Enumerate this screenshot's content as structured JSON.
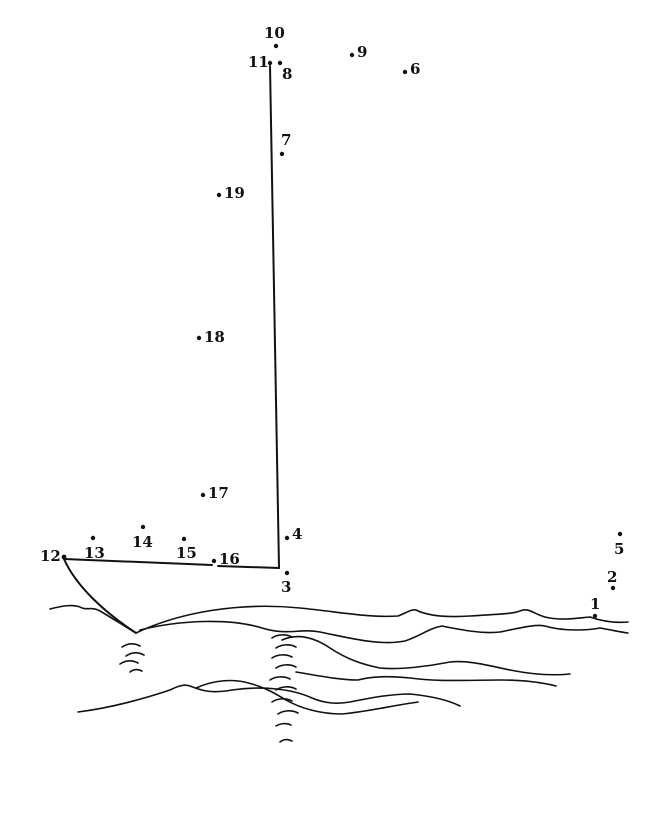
{
  "puzzle": {
    "labels": [
      "1",
      "2",
      "3",
      "4",
      "5",
      "6",
      "7",
      "8",
      "9",
      "10",
      "11",
      "12",
      "13",
      "14",
      "15",
      "16",
      "17",
      "18",
      "19"
    ]
  },
  "colors": {
    "ink": "#111111",
    "paper": "#ffffff"
  }
}
